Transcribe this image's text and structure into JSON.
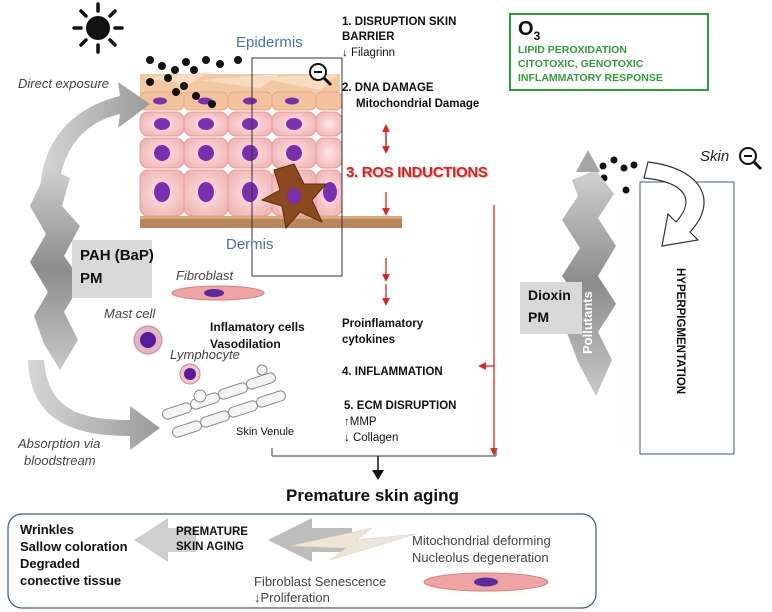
{
  "left_panel": {
    "epidermis": "Epidermis",
    "dermis": "Dermis",
    "direct_exposure": "Direct exposure",
    "pollutants": "Pollutants",
    "pah_line1": "PAH (BaP)",
    "pah_line2": "PM",
    "fibroblast": "Fibroblast",
    "mast_cell": "Mast cell",
    "lymphocyte": "Lymphocyte",
    "inflam_line1": "Inflamatory cells",
    "inflam_line2": "Vasodilation",
    "skin_venule": "Skin Venule",
    "absorption_line1": "Absorption via",
    "absorption_line2": "bloodstream"
  },
  "steps": {
    "s1_line1": "1. DISRUPTION SKIN",
    "s1_line2": "BARRIER",
    "s1_sub": "↓ Filagrinn",
    "s2_line1": "2. DNA DAMAGE",
    "s2_line2": "Mitochondrial Damage",
    "s3": "3. ROS INDUCTIONS",
    "proinf_line1": "Proinflamatory",
    "proinf_line2": "cytokines",
    "s4": "4. INFLAMMATION",
    "s5": "5. ECM DISRUPTION",
    "s5_sub1": "↑MMP",
    "s5_sub2": "↓ Collagen"
  },
  "ozone": {
    "formula": "O",
    "subscript": "3",
    "line1": "LIPID PEROXIDATION",
    "line2": "CITOTOXIC, GENOTOXIC",
    "line3": "INFLAMMATORY  RESPONSE"
  },
  "right_panel": {
    "skin": "Skin",
    "pollutants": "Pollutants",
    "dioxin_line1": "Dioxin",
    "dioxin_line2": "PM",
    "hyperpigmentation": "HYPERPIGMENTATION"
  },
  "premature_title": "Premature skin aging",
  "bottom": {
    "out1": "Wrinkles",
    "out2": "Sallow coloration",
    "out3": "Degraded",
    "out4": "conective tissue",
    "psa_line1": "PREMATURE",
    "psa_line2": "SKIN AGING",
    "mito_line1": "Mitochondrial deforming",
    "mito_line2": "Nucleolus degeneration",
    "fib_line1": "Fibroblast Senescence",
    "fib_line2": "↓Proliferation"
  },
  "colors": {
    "red": "#e0201c",
    "green": "#2e9e3a",
    "blue_text": "#4a6fb5",
    "purple": "#6a1fa0",
    "skin_pink": "#f6c9c9",
    "gray_arrow": "#a9a9a9"
  }
}
